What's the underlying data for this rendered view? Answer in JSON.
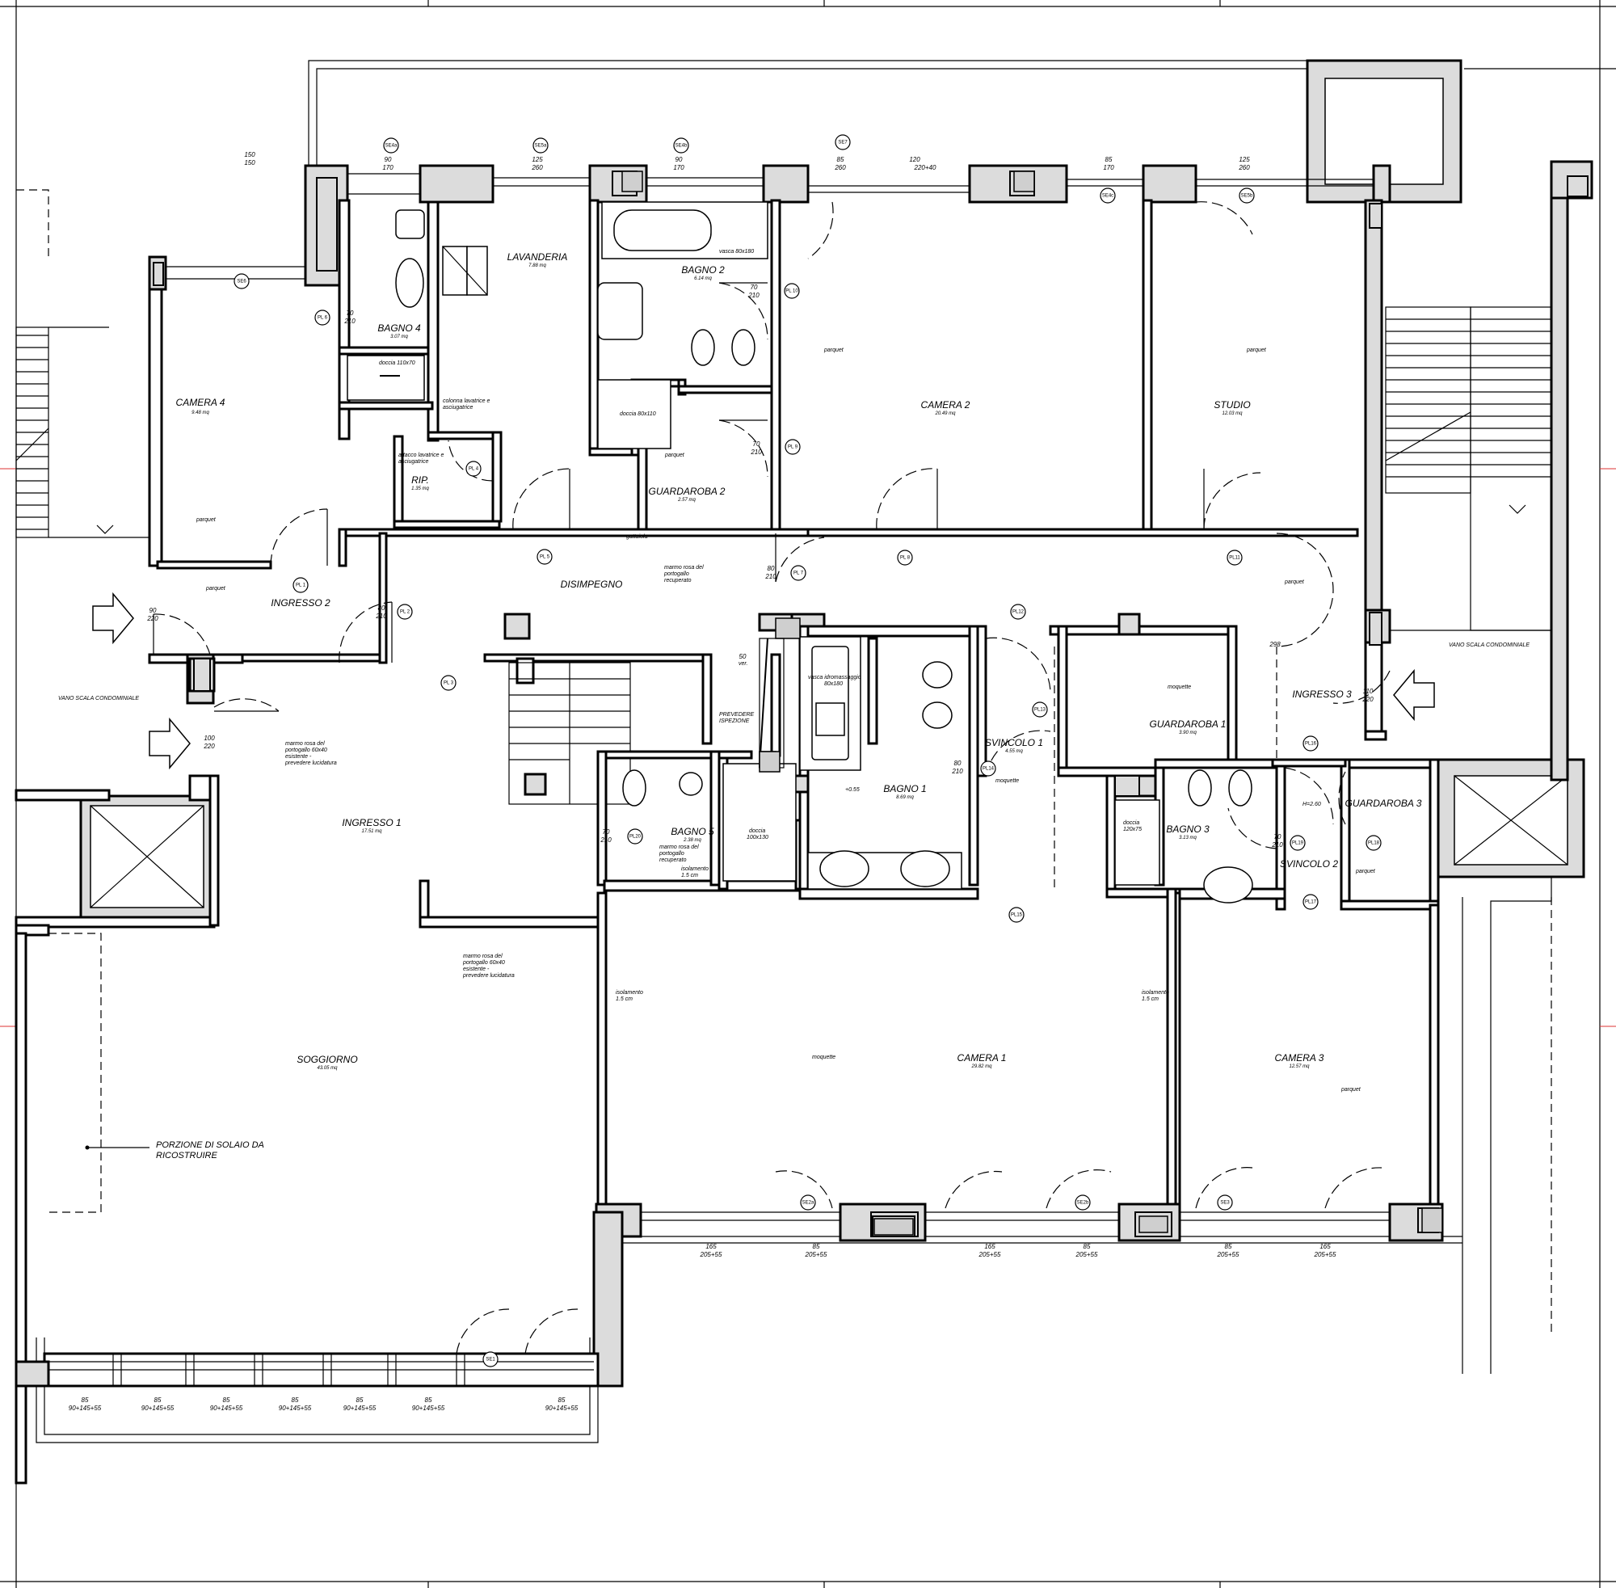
{
  "rooms": {
    "camera4": {
      "name": "CAMERA 4",
      "area": "9.48 mq"
    },
    "bagno4": {
      "name": "BAGNO 4",
      "area": "3.07 mq"
    },
    "lavanderia": {
      "name": "LAVANDERIA",
      "area": "7.88 mq"
    },
    "bagno2": {
      "name": "BAGNO 2",
      "area": "6.14 mq"
    },
    "camera2": {
      "name": "CAMERA 2",
      "area": "20.49 mq"
    },
    "studio": {
      "name": "STUDIO",
      "area": "12.03 mq"
    },
    "rip": {
      "name": "RIP.",
      "area": "1.35 mq"
    },
    "guardaroba2": {
      "name": "GUARDAROBA 2",
      "area": "2.57 mq"
    },
    "ingresso2": {
      "name": "INGRESSO 2"
    },
    "disimpegno": {
      "name": "DISIMPEGNO"
    },
    "svincolo1": {
      "name": "SVINCOLO 1",
      "area": "4.55 mq"
    },
    "guardaroba1": {
      "name": "GUARDAROBA 1",
      "area": "3.90 mq"
    },
    "ingresso3": {
      "name": "INGRESSO 3"
    },
    "ingresso1": {
      "name": "INGRESSO 1",
      "area": "17.51 mq"
    },
    "bagno5": {
      "name": "BAGNO 5",
      "area": "2.38 mq"
    },
    "bagno1": {
      "name": "BAGNO 1",
      "area": "8.69 mq"
    },
    "bagno3": {
      "name": "BAGNO 3",
      "area": "3.13 mq"
    },
    "guardaroba3": {
      "name": "GUARDAROBA 3"
    },
    "svincolo2": {
      "name": "SVINCOLO 2"
    },
    "soggiorno": {
      "name": "SOGGIORNO",
      "area": "43.05 mq"
    },
    "camera1": {
      "name": "CAMERA 1",
      "area": "29.82 mq"
    },
    "camera3": {
      "name": "CAMERA 3",
      "area": "12.57 mq"
    }
  },
  "notes": {
    "parquet": "parquet",
    "moquette": "moquette",
    "marmo_dis_1": "marmo rosa del",
    "marmo_dis_2": "portogallo",
    "marmo_dis_3": "recuperato",
    "marmo_ing_1": "marmo rosa del",
    "marmo_ing_2": "portogallo 60x40",
    "marmo_ing_3": "esistente -",
    "marmo_ing_4": "prevedere lucidatura",
    "doccia_110": "doccia 110x70",
    "doccia_80": "doccia 80x110",
    "doccia_100": "doccia",
    "doccia_100b": "100x130",
    "doccia_120": "doccia",
    "doccia_120b": "120x75",
    "vasca_80": "vasca 80x180",
    "vasca_idro": "vasca idromassaggio",
    "vasca_idro_b": "80x180",
    "colonna_1": "colonna lavatrice e",
    "colonna_2": "asciugatrice",
    "attacco_1": "attacco lavatrice e",
    "attacco_2": "asciugatrice",
    "gattaiola": "gattaiola",
    "prevedere_1": "PREVEDERE",
    "prevedere_2": "ISPEZIONE",
    "isolamento": "isolamento",
    "isolamento_b": "1.5 cm",
    "vano_scala": "VANO SCALA CONDOMINIALE",
    "porzione_1": "PORZIONE DI SOLAIO DA",
    "porzione_2": "RICOSTRUIRE",
    "h260": "H=2.60",
    "plus055": "+0.55",
    "ver": "ver."
  },
  "tags": {
    "pl1": "PL 1",
    "pl2": "PL 2",
    "pl3": "PL 3",
    "pl4": "PL 4",
    "pl5": "PL 5",
    "pl6": "PL 6",
    "pl7": "PL 7",
    "pl8": "PL 8",
    "pl9": "PL 9",
    "pl10": "PL 10",
    "pl11": "PL11",
    "pl12": "PL12",
    "pl13": "PL13",
    "pl14": "PL14",
    "pl15": "PL15",
    "pl16": "PL16",
    "pl17": "PL17",
    "pl18": "PL18",
    "pl19": "PL19",
    "pl20": "PL20",
    "se1": "SE1",
    "se2a": "SE2a",
    "se2b": "SE2b",
    "se3": "SE3",
    "se4a": "SE4a",
    "se4b": "SE4b",
    "se4c": "SE4c",
    "se5a": "SE5a",
    "se5b": "SE5b",
    "se6": "SE6",
    "se7": "SE7"
  },
  "dims": {
    "d70": "70",
    "d80": "80",
    "d90": "90",
    "d100": "100",
    "d110": "110",
    "d210": "210",
    "d220": "220",
    "d150": "150",
    "d170": "170",
    "d260": "260",
    "d125": "125",
    "d120": "120",
    "d85": "85",
    "d165": "165",
    "d50": "50",
    "d298": "298",
    "w220_40": "220+40",
    "w205_55": "205+55",
    "w90_145": "90+145+55"
  }
}
